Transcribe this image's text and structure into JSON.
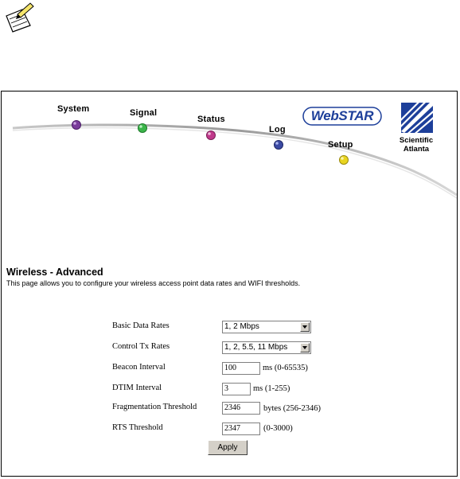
{
  "header": {
    "nav": [
      {
        "label": "System"
      },
      {
        "label": "Signal"
      },
      {
        "label": "Status"
      },
      {
        "label": "Log"
      },
      {
        "label": "Setup"
      }
    ],
    "brand": "WebSTAR",
    "company": "Scientific Atlanta",
    "company_line1": "Scientific",
    "company_line2": "Atlanta"
  },
  "page": {
    "title": "Wireless - Advanced",
    "description": "This page allows you to configure your wireless access point data rates and WIFI thresholds."
  },
  "form": {
    "basic_rates": {
      "label": "Basic Data Rates",
      "value": "1, 2 Mbps"
    },
    "control_tx": {
      "label": "Control Tx Rates",
      "value": "1, 2, 5.5, 11 Mbps"
    },
    "beacon": {
      "label": "Beacon Interval",
      "value": "100",
      "suffix": "ms (0-65535)"
    },
    "dtim": {
      "label": "DTIM Interval",
      "value": "3",
      "suffix": "ms (1-255)"
    },
    "frag": {
      "label": "Fragmentation Threshold",
      "value": "2346",
      "suffix": "bytes (256-2346)"
    },
    "rts": {
      "label": "RTS Threshold",
      "value": "2347",
      "suffix": "(0-3000)"
    },
    "apply_label": "Apply"
  },
  "colors": {
    "system_dot": "#7a3d9b",
    "signal_dot": "#3bb54a",
    "status_dot": "#c0398b",
    "log_dot": "#3b4aa3",
    "setup_dot": "#e8d41f",
    "brand_blue": "#1d3f9a"
  },
  "icons": [
    "note-pen-icon",
    "scientific-atlanta-logo-icon"
  ]
}
